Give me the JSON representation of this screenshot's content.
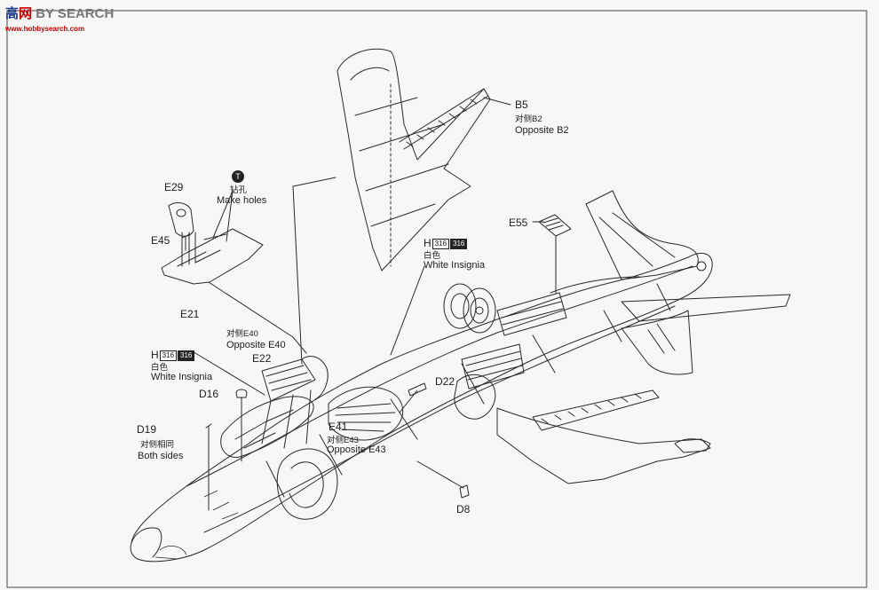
{
  "watermark": {
    "brand_cn": "高",
    "brand_cn2": "网",
    "brand_en": "BY SEARCH",
    "brand_url": "www.hobbysearch.com"
  },
  "instructions": {
    "drill_cn": "钻孔",
    "drill_en": "Make holes",
    "drill_icon_glyph": "T"
  },
  "parts": {
    "b5": {
      "code": "B5",
      "cn": "对侧B2",
      "en": "Opposite B2"
    },
    "e29": {
      "code": "E29"
    },
    "e45": {
      "code": "E45"
    },
    "e21": {
      "code": "E21"
    },
    "e55": {
      "code": "E55"
    },
    "h_top": {
      "code": "H",
      "paint1": "316",
      "paint2": "316",
      "cn": "白色",
      "en": "White Insignia"
    },
    "e40": {
      "cn": "对侧E40",
      "en": "Opposite E40"
    },
    "h_left": {
      "code": "H",
      "paint1": "316",
      "paint2": "316",
      "cn": "白色",
      "en": "White Insignia"
    },
    "e22": {
      "code": "E22"
    },
    "d16": {
      "code": "D16"
    },
    "d22": {
      "code": "D22"
    },
    "d19": {
      "code": "D19",
      "cn": "对侧相同",
      "en": "Both sides"
    },
    "e41": {
      "code": "E41",
      "cn": "对侧E43",
      "en": "Opposite E43"
    },
    "d8": {
      "code": "D8"
    }
  },
  "icons": {
    "drill": "drill-hole-icon",
    "paint": "paint-code-icon"
  }
}
